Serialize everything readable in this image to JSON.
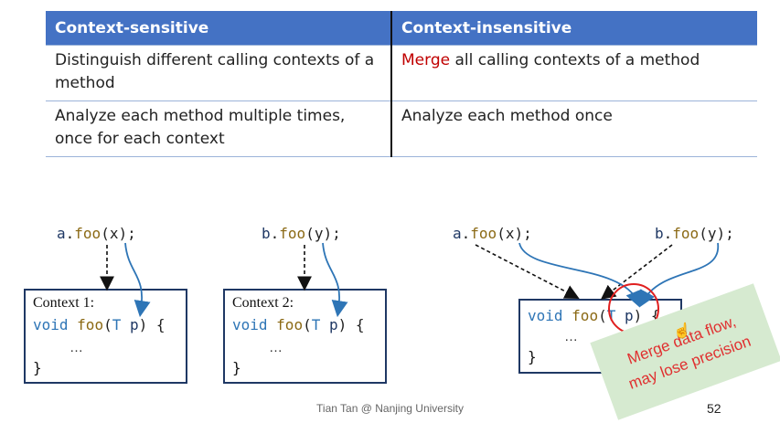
{
  "table": {
    "headers": [
      "Context-sensitive",
      "Context-insensitive"
    ],
    "rows": [
      {
        "left": "Distinguish different calling contexts of a method",
        "right_highlight": "Merge",
        "right_rest": " all calling contexts of a method"
      },
      {
        "left": "Analyze each method multiple times, once for each context",
        "right_highlight": "",
        "right_rest": "Analyze each method once"
      }
    ]
  },
  "diagram": {
    "left": {
      "call": {
        "recv": "a",
        "dot": ".",
        "method": "foo",
        "arg": "(x);"
      },
      "context_label": "Context 1:",
      "sig": {
        "kw": "void",
        "name": "foo",
        "open": "(",
        "type": "T",
        "param": "p",
        "close": ") {"
      },
      "ellipsis": "…",
      "brace": "}"
    },
    "middle": {
      "call": {
        "recv": "b",
        "dot": ".",
        "method": "foo",
        "arg": "(y);"
      },
      "context_label": "Context 2:",
      "sig": {
        "kw": "void",
        "name": "foo",
        "open": "(",
        "type": "T",
        "param": "p",
        "close": ") {"
      },
      "ellipsis": "…",
      "brace": "}"
    },
    "right": {
      "call_a": {
        "recv": "a",
        "dot": ".",
        "method": "foo",
        "arg": "(x);"
      },
      "call_b": {
        "recv": "b",
        "dot": ".",
        "method": "foo",
        "arg": "(y);"
      },
      "sig": {
        "kw": "void",
        "name": "foo",
        "open": "(",
        "type": "T",
        "param": "p",
        "close": ") {"
      },
      "ellipsis": "…",
      "brace": "}"
    },
    "note_line1": "Merge data flow,",
    "note_line2": "may lose precision"
  },
  "footer": "Tian Tan @ Nanjing University",
  "page_number": "52",
  "icons": {
    "cursor": "hand-pointer-icon"
  },
  "colors": {
    "header_bg": "#4472c4",
    "highlight": "#c00000",
    "arrow_blue": "#2e75b6",
    "note_bg": "#d6ead0",
    "circle": "#e02020"
  }
}
